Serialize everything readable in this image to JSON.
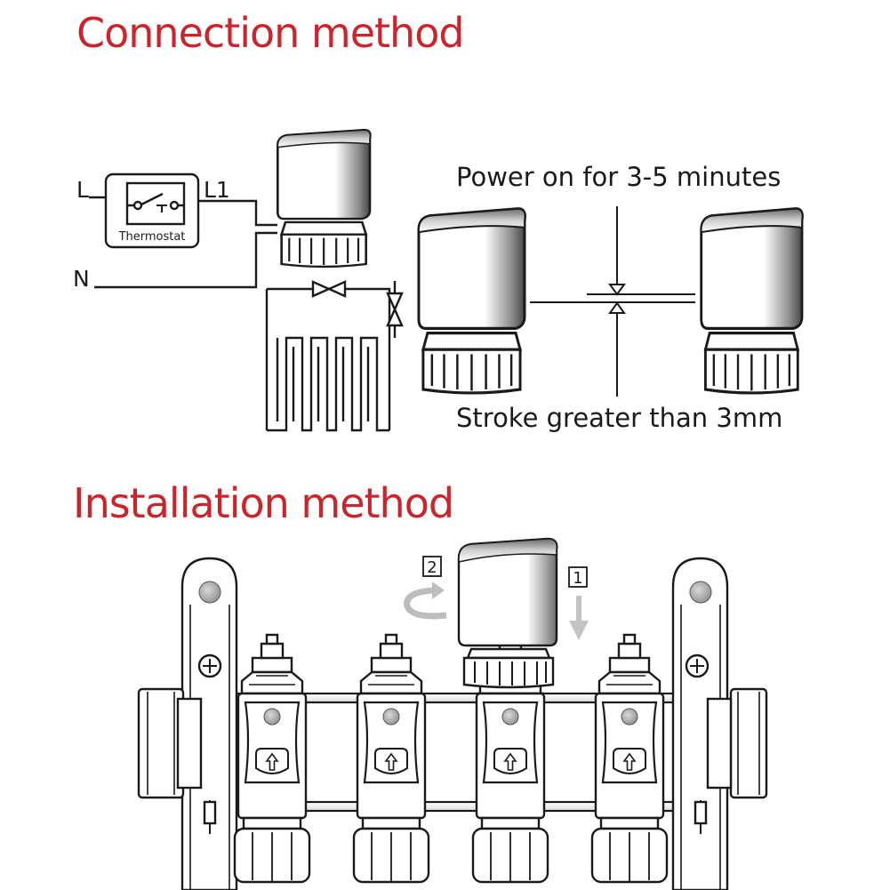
{
  "colors": {
    "heading": "#c8262c",
    "line": "#1a1a1a",
    "body_gradient_dark": "#4a4a4a",
    "body_gradient_light": "#ffffff"
  },
  "sections": {
    "connection": {
      "title": "Connection method",
      "wiring": {
        "live_label": "L",
        "live_out_label": "L1",
        "neutral_label": "N",
        "thermostat_label": "Thermostat"
      },
      "notes": {
        "power_on": "Power on for 3-5 minutes",
        "stroke": "Stroke greater than 3mm"
      }
    },
    "installation": {
      "title": "Installation method",
      "steps": [
        {
          "number": "1",
          "action": "press down",
          "icon": "arrow-down-icon"
        },
        {
          "number": "2",
          "action": "rotate",
          "icon": "rotate-arrow-icon"
        }
      ]
    }
  }
}
